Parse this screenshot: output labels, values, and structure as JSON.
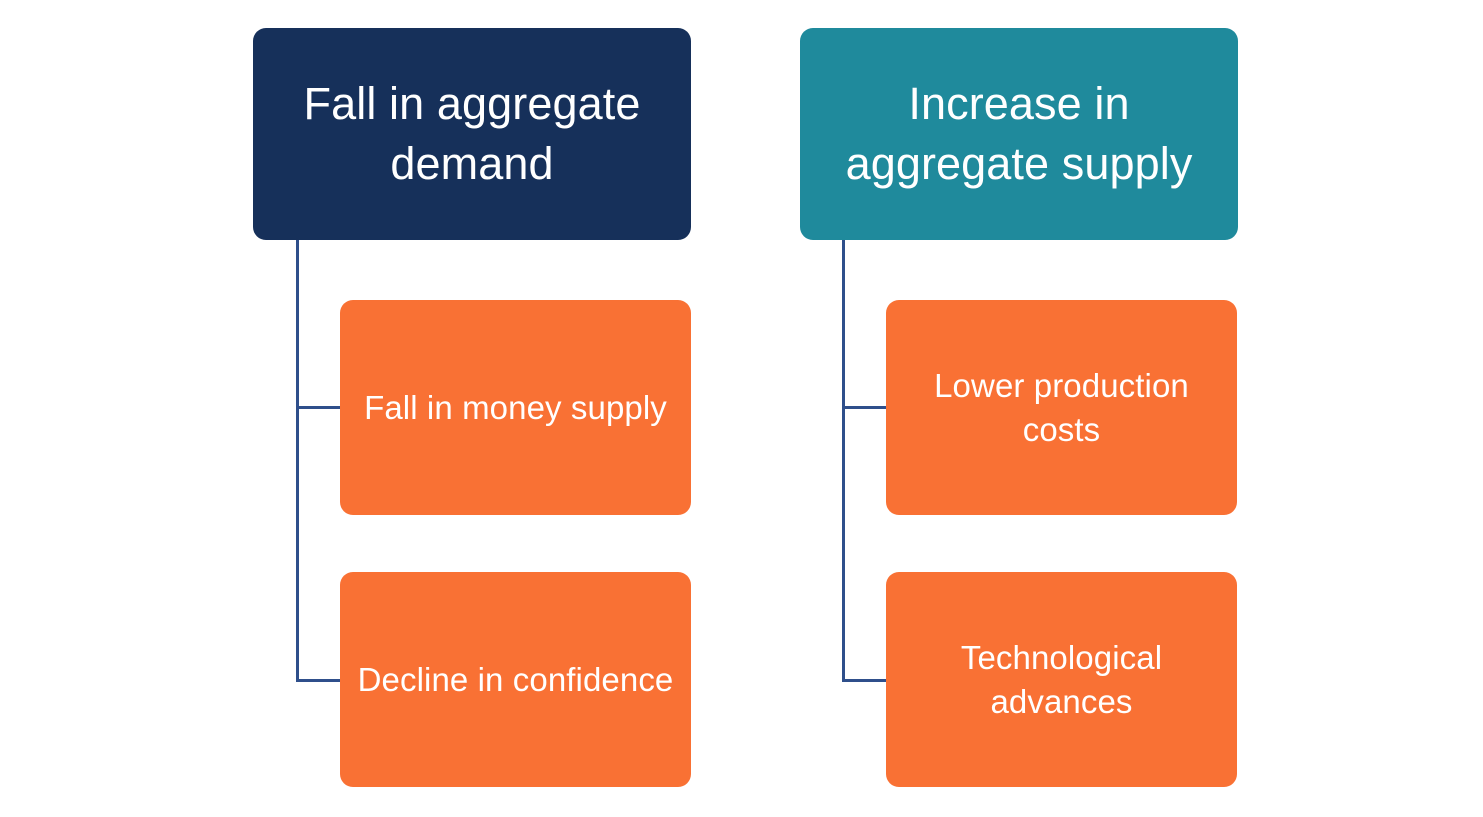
{
  "diagram": {
    "type": "hierarchy",
    "title": "",
    "background_color": "#FFFFFF",
    "palette": {
      "root_demand": "#16305A",
      "root_supply": "#1F8A9C",
      "child": "#F97134",
      "connector": "#2F4F8B",
      "text": "#FFFFFF"
    },
    "branches": [
      {
        "id": "aggregate-demand",
        "root": {
          "label": "Fall in aggregate demand",
          "color": "#16305A"
        },
        "children": [
          {
            "label": "Fall in money supply",
            "color": "#F97134"
          },
          {
            "label": "Decline in confidence",
            "color": "#F97134"
          }
        ]
      },
      {
        "id": "aggregate-supply",
        "root": {
          "label": "Increase in aggregate supply",
          "color": "#1F8A9C"
        },
        "children": [
          {
            "label": "Lower production costs",
            "color": "#F97134"
          },
          {
            "label": "Technological advances",
            "color": "#F97134"
          }
        ]
      }
    ]
  }
}
